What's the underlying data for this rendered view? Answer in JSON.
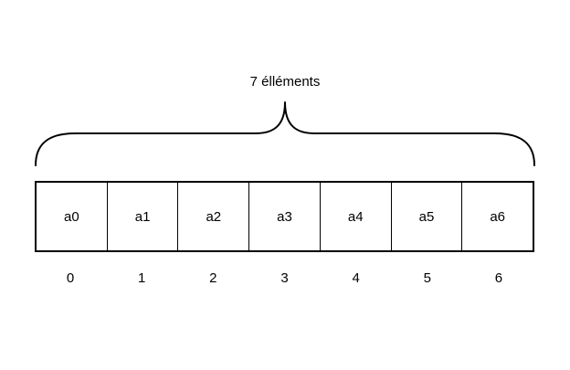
{
  "brace": {
    "label": "7 élléments"
  },
  "array": {
    "cells": [
      "a0",
      "a1",
      "a2",
      "a3",
      "a4",
      "a5",
      "a6"
    ],
    "indices": [
      "0",
      "1",
      "2",
      "3",
      "4",
      "5",
      "6"
    ]
  }
}
